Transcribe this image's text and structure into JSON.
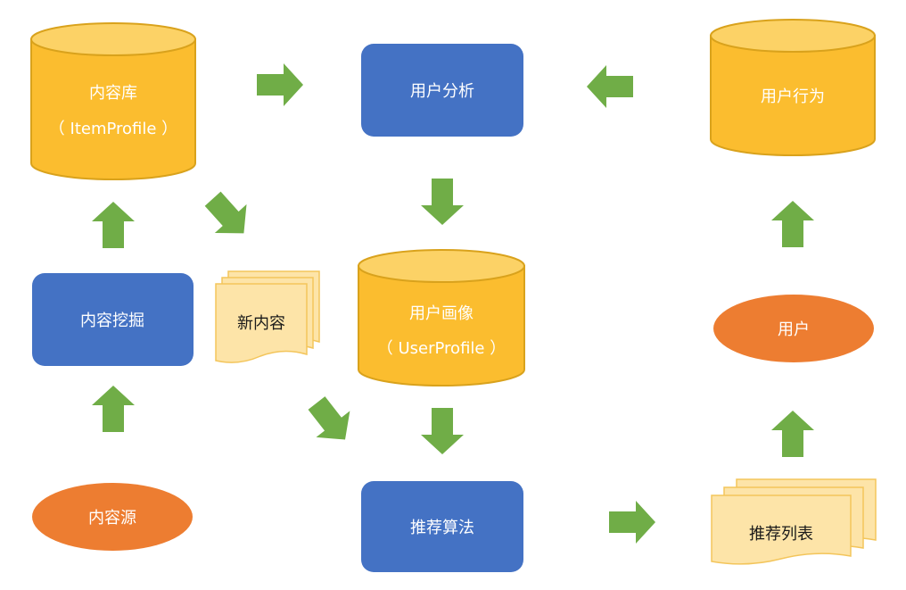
{
  "colors": {
    "cylinder_fill": "#fbbd2f",
    "cylinder_top": "#fcd266",
    "cylinder_stroke": "#d9a21c",
    "process_fill": "#4472c4",
    "terminal_fill": "#ed7d31",
    "document_fill": "#fde4a8",
    "document_stroke": "#f3c55b",
    "arrow_fill": "#70ad47"
  },
  "nodes": {
    "content_db": {
      "line1": "内容库",
      "line2": "（ ItemProfile ）"
    },
    "user_analysis": {
      "label": "用户分析"
    },
    "user_behavior": {
      "label": "用户行为"
    },
    "content_mining": {
      "label": "内容挖掘"
    },
    "new_content": {
      "label": "新内容"
    },
    "user_profile": {
      "line1": "用户画像",
      "line2": "（ UserProfile ）"
    },
    "user": {
      "label": "用户"
    },
    "content_source": {
      "label": "内容源"
    },
    "rec_algorithm": {
      "label": "推荐算法"
    },
    "rec_list": {
      "label": "推荐列表"
    }
  }
}
